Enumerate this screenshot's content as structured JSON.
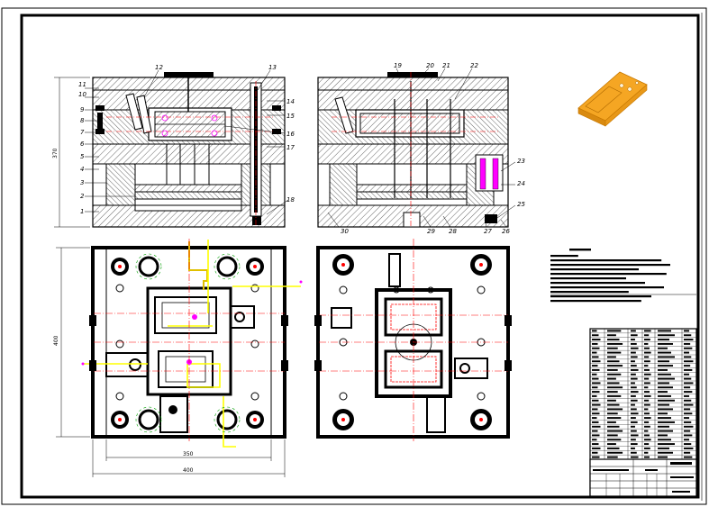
{
  "drawing": {
    "front_view_labels": [
      "1",
      "2",
      "3",
      "4",
      "5",
      "6",
      "7",
      "8",
      "9",
      "10",
      "11",
      "12",
      "13",
      "14",
      "15",
      "16",
      "17",
      "18"
    ],
    "side_view_labels": [
      "19",
      "20",
      "21",
      "22",
      "23",
      "24",
      "25",
      "26",
      "27",
      "28",
      "29",
      "30"
    ],
    "dimensions": {
      "overall_height": "370",
      "plan_height": "400",
      "plan_inner_width": "350",
      "plan_outer_width": "400"
    },
    "colors": {
      "line": "#000000",
      "centerline": "#ff0000",
      "cooling": "#ffff00",
      "cooling_outline": "#e0c000",
      "accent": "#ff00ff",
      "iso_part": "#f5a623"
    }
  },
  "tech_requirements": {
    "lines": 11
  },
  "bom": {
    "rows": 30
  }
}
